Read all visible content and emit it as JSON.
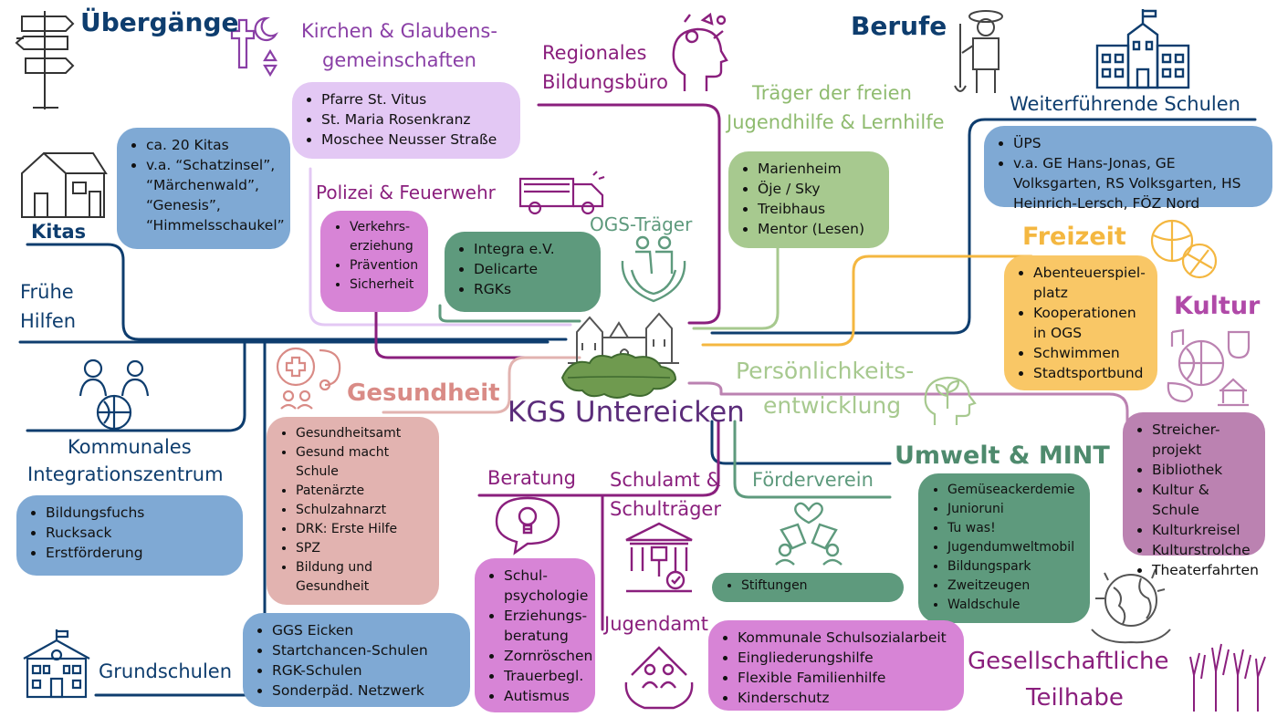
{
  "center": {
    "title": "KGS Untereicken"
  },
  "colors": {
    "navy": "#0e3d6e",
    "blue": "#7fa9d4",
    "purple": "#8a1f7d",
    "lilac": "#e3c8f4",
    "violet": "#b049a8",
    "pink": "#e2b3b0",
    "green_dark": "#5e9a7d",
    "green_light": "#a7c98f",
    "yellow": "#f9c766",
    "orange": "#f4b740",
    "magenta": "#d784d6",
    "mauve": "#bb82b1"
  },
  "headings": {
    "uebergaenge": "Übergänge",
    "kirchen_1": "Kirchen & Glaubens-",
    "kirchen_2": "gemeinschaften",
    "bildungsbuero_1": "Regionales",
    "bildungsbuero_2": "Bildungsbüro",
    "berufe": "Berufe",
    "traeger_1": "Träger der freien",
    "traeger_2": "Jugendhilfe & Lernhilfe",
    "weiterf": "Weiterführende Schulen",
    "kitas": "Kitas",
    "polizei": "Polizei & Feuerwehr",
    "ogs": "OGS-Träger",
    "freizeit": "Freizeit",
    "kultur": "Kultur",
    "fruehe_1": "Frühe",
    "fruehe_2": "Hilfen",
    "persoenlich_1": "Persönlichkeits-",
    "persoenlich_2": "entwicklung",
    "gesundheit": "Gesundheit",
    "integration_1": "Kommunales",
    "integration_2": "Integrationszentrum",
    "umwelt": "Umwelt & MINT",
    "beratung": "Beratung",
    "schulamt_1": "Schulamt &",
    "schulamt_2": "Schulträger",
    "foerderverein": "Förderverein",
    "jugendamt": "Jugendamt",
    "grundschulen": "Grundschulen",
    "teilhabe_1": "Gesellschaftliche",
    "teilhabe_2": "Teilhabe"
  },
  "lists": {
    "kitas": [
      "ca. 20 Kitas",
      "v.a. “Schatzinsel”, “Märchenwald”, “Genesis”, “Himmelsschaukel”"
    ],
    "kirchen": [
      "Pfarre St. Vitus",
      "St. Maria Rosenkranz",
      "Moschee Neusser Straße"
    ],
    "polizei": [
      "Verkehrs-erziehung",
      "Prävention",
      "Sicherheit"
    ],
    "ogs": [
      "Integra e.V.",
      "Delicarte",
      "RGKs"
    ],
    "traeger": [
      "Marienheim",
      "Öje / Sky",
      "Treibhaus",
      "Mentor (Lesen)"
    ],
    "weiterf": [
      "ÜPS",
      "v.a. GE Hans-Jonas, GE Volksgarten, RS Volksgarten, HS Heinrich-Lersch, FÖZ Nord"
    ],
    "freizeit": [
      "Abenteuerspiel-platz",
      "Kooperationen in OGS",
      "Schwimmen",
      "Stadtsportbund"
    ],
    "kultur": [
      "Streicher-projekt",
      "Bibliothek",
      "Kultur & Schule",
      "Kulturkreisel",
      "Kulturstrolche",
      "Theaterfahrten"
    ],
    "gesundheit": [
      "Gesundheitsamt",
      "Gesund macht Schule",
      "Patenärzte",
      "Schulzahnarzt",
      "DRK: Erste Hilfe",
      "SPZ",
      "Bildung und Gesundheit"
    ],
    "integration": [
      "Bildungsfuchs",
      "Rucksack",
      "Erstförderung"
    ],
    "umwelt": [
      "Gemüseackerdemie",
      "Junioruni",
      "Tu was!",
      "Jugendumweltmobil",
      "Bildungspark",
      "Zweitzeugen",
      "Waldschule"
    ],
    "beratung": [
      "Schul-psychologie",
      "Erziehungs-beratung",
      "Zornröschen",
      "Trauerbegl.",
      "Autismus"
    ],
    "foerderverein": [
      "Stiftungen"
    ],
    "jugendamt": [
      "Kommunale Schulsozialarbeit",
      "Eingliederungshilfe",
      "Flexible Familienhilfe",
      "Kinderschutz"
    ],
    "grundschulen": [
      "GGS Eicken",
      "Startchancen-Schulen",
      "RGK-Schulen",
      "Sonderpäd. Netzwerk"
    ]
  },
  "icons": [
    "signpost-icon",
    "cross-crescent-star-icon",
    "head-ideas-icon",
    "farmer-icon",
    "school-building-icon",
    "house-icon",
    "fire-truck-icon",
    "family-hands-icon",
    "sports-balls-icon",
    "culture-icon",
    "people-globe-icon",
    "health-icon",
    "plant-head-icon",
    "castle-icon",
    "oak-leaf-icon",
    "lightbulb-chat-icon",
    "court-building-icon",
    "helping-hands-icon",
    "care-family-icon",
    "earth-hands-icon",
    "raised-hands-icon",
    "primary-school-icon"
  ]
}
